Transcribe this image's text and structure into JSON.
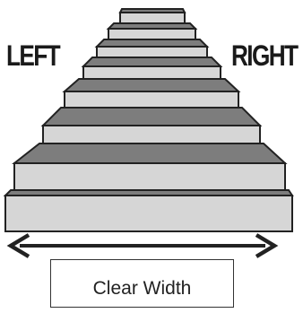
{
  "labels": {
    "left": "LEFT",
    "right": "RIGHT",
    "clear_width": "Clear Width"
  },
  "colors": {
    "step_top": "#7d7d7d",
    "step_riser": "#d6d6d6",
    "outline": "#222222",
    "arrow": "#222222"
  }
}
